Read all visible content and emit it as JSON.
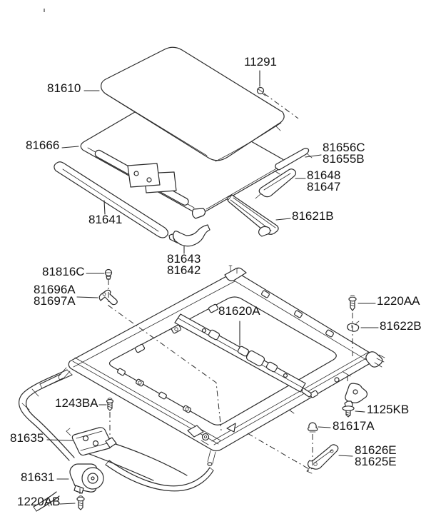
{
  "diagram": {
    "background": "#ffffff",
    "line_color": "#2b2b2b",
    "text_color": "#111111",
    "labels": [
      {
        "id": "81610",
        "text": "81610"
      },
      {
        "id": "11291",
        "text": "11291"
      },
      {
        "id": "81666",
        "text": "81666"
      },
      {
        "id": "81656C",
        "text": "81656C"
      },
      {
        "id": "81655B",
        "text": "81655B"
      },
      {
        "id": "81648",
        "text": "81648"
      },
      {
        "id": "81647",
        "text": "81647"
      },
      {
        "id": "81641",
        "text": "81641"
      },
      {
        "id": "81621B",
        "text": "81621B"
      },
      {
        "id": "81643",
        "text": "81643"
      },
      {
        "id": "81642",
        "text": "81642"
      },
      {
        "id": "81816C",
        "text": "81816C"
      },
      {
        "id": "81696A",
        "text": "81696A"
      },
      {
        "id": "81697A",
        "text": "81697A"
      },
      {
        "id": "81620A",
        "text": "81620A"
      },
      {
        "id": "1220AA",
        "text": "1220AA"
      },
      {
        "id": "81622B",
        "text": "81622B"
      },
      {
        "id": "1243BA",
        "text": "1243BA"
      },
      {
        "id": "1125KB",
        "text": "1125KB"
      },
      {
        "id": "81635",
        "text": "81635"
      },
      {
        "id": "81617A",
        "text": "81617A"
      },
      {
        "id": "81626E",
        "text": "81626E"
      },
      {
        "id": "81625E",
        "text": "81625E"
      },
      {
        "id": "81631",
        "text": "81631"
      },
      {
        "id": "1220AB",
        "text": "1220AB"
      }
    ]
  }
}
